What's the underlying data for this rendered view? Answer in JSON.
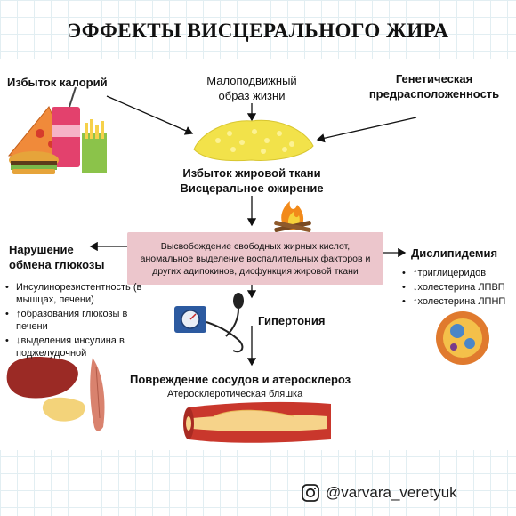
{
  "title": "ЭФФЕКТЫ ВИСЦЕРАЛЬНОГО ЖИРА",
  "causes": {
    "calories": "Избыток калорий",
    "sedentary": [
      "Малоподвижный",
      "образ жизни"
    ],
    "genetic": [
      "Генетическая",
      "предрасположенность"
    ]
  },
  "fat": {
    "line1": "Избыток жировой ткани",
    "line2": "Висцеральное ожирение"
  },
  "center": {
    "line1": "Высвобождение свободных жирных кислот,",
    "line2": "аномальное выделение воспалительных факторов и",
    "line3": "других адипокинов, дисфункция жировой ткани"
  },
  "glucose": {
    "heading": [
      "Нарушение",
      "обмена глюкозы"
    ],
    "items": [
      "Инсулинорезистентность (в мышцах, печени)",
      "↑образования глюкозы в печени",
      "↓выделения инсулина в поджелудочной"
    ]
  },
  "dyslipidemia": {
    "heading": "Дислипидемия",
    "items": [
      "↑триглицеридов",
      "↓холестерина ЛПВП",
      "↑холестерина ЛПНП"
    ]
  },
  "hypertension": "Гипертония",
  "vessels": {
    "heading": "Повреждение сосудов и атеросклероз",
    "sub": "Атеросклеротическая бляшка"
  },
  "footer": {
    "handle": "@varvara_veretyuk",
    "icon": "instagram-icon"
  },
  "colors": {
    "box": "#ecc6cc",
    "grid": "#e2eef2",
    "fat": "#f2e24a",
    "plaque": "#f6d38a",
    "artery": "#c9372c"
  }
}
